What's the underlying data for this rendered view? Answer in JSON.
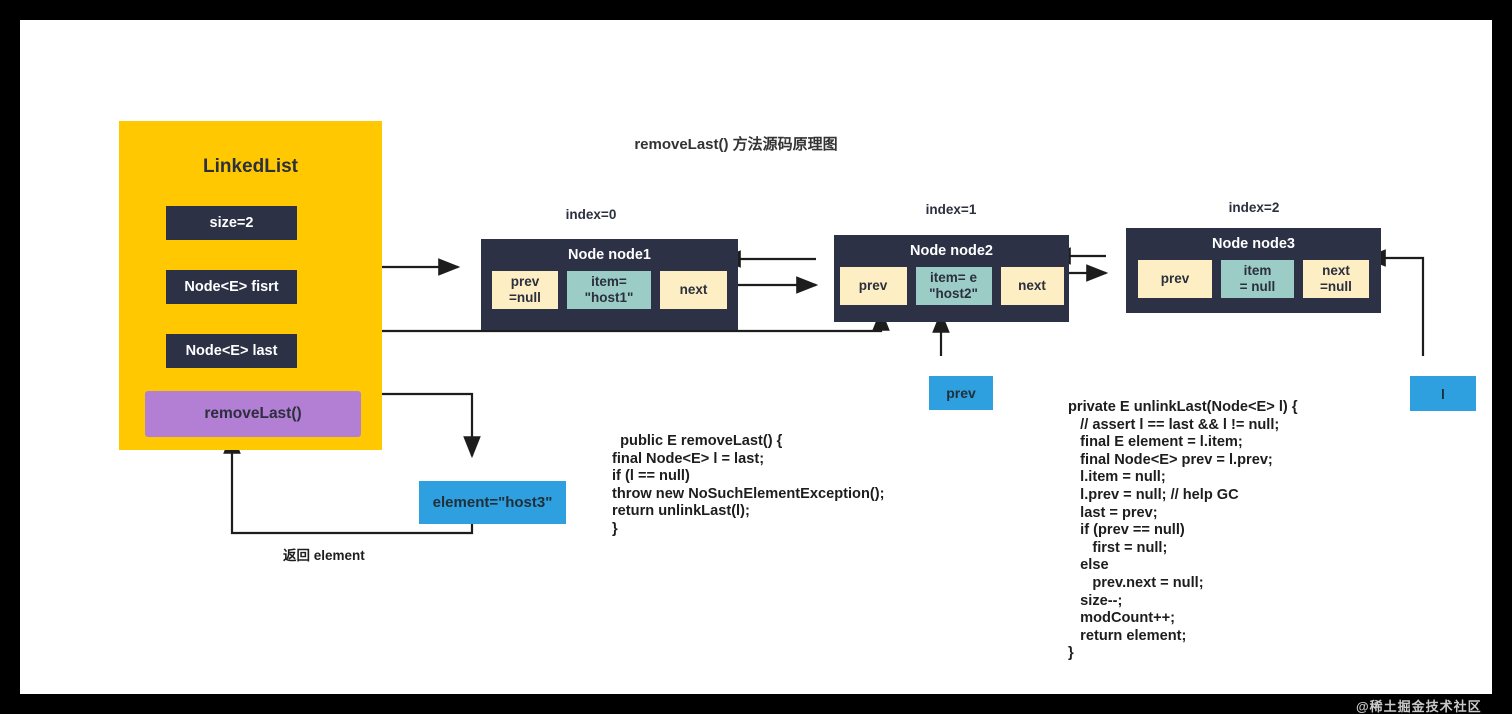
{
  "diagram": {
    "title": "removeLast() 方法源码原理图",
    "watermark": "@稀土掘金技术社区"
  },
  "linked_list": {
    "title": "LinkedList",
    "fields": [
      {
        "name": "size-field",
        "label": "size=2"
      },
      {
        "name": "first-field",
        "label": "Node<E> fisrt"
      },
      {
        "name": "last-field",
        "label": "Node<E> last"
      }
    ],
    "method_button": "removeLast()"
  },
  "nodes": [
    {
      "index_label": "index=0",
      "title": "Node node1",
      "cells": [
        {
          "key": "prev",
          "text": "prev\n=null",
          "kind": "ref",
          "width": 66
        },
        {
          "key": "item",
          "text": "item=\n\"host1\"",
          "kind": "item",
          "width": 84
        },
        {
          "key": "next",
          "text": "next",
          "kind": "ref",
          "width": 67
        }
      ]
    },
    {
      "index_label": "index=1",
      "title": "Node node2",
      "cells": [
        {
          "key": "prev",
          "text": "prev",
          "kind": "ref",
          "width": 67
        },
        {
          "key": "item",
          "text": "item= e\n\"host2\"",
          "kind": "item",
          "width": 76
        },
        {
          "key": "next",
          "text": "next",
          "kind": "ref",
          "width": 63
        }
      ]
    },
    {
      "index_label": "index=2",
      "title": "Node node3",
      "cells": [
        {
          "key": "prev",
          "text": "prev",
          "kind": "ref",
          "width": 74
        },
        {
          "key": "item",
          "text": "item\n= null",
          "kind": "item",
          "width": 73
        },
        {
          "key": "next",
          "text": "next\n=null",
          "kind": "ref",
          "width": 66
        }
      ]
    }
  ],
  "callouts": {
    "element_box": "element=\"host3\"",
    "prev_box": "prev",
    "l_box": "l",
    "return_label": "返回 element"
  },
  "code": {
    "remove_last": "  public E removeLast() {\nfinal Node<E> l = last;\nif (l == null)\nthrow new NoSuchElementException();\nreturn unlinkLast(l);\n}",
    "unlink_last": "private E unlinkLast(Node<E> l) {\n   // assert l == last && l != null;\n   final E element = l.item;\n   final Node<E> prev = l.prev;\n   l.item = null;\n   l.prev = null; // help GC\n   last = prev;\n   if (prev == null)\n      first = null;\n   else\n      prev.next = null;\n   size--;\n   modCount++;\n   return element;\n}"
  },
  "colors": {
    "accent_yellow": "#ffc800",
    "node_dark": "#2c3145",
    "cell_cream": "#fdeec4",
    "cell_teal": "#9bcdc6",
    "purple": "#b37fd4",
    "blue": "#2e9fdf"
  }
}
